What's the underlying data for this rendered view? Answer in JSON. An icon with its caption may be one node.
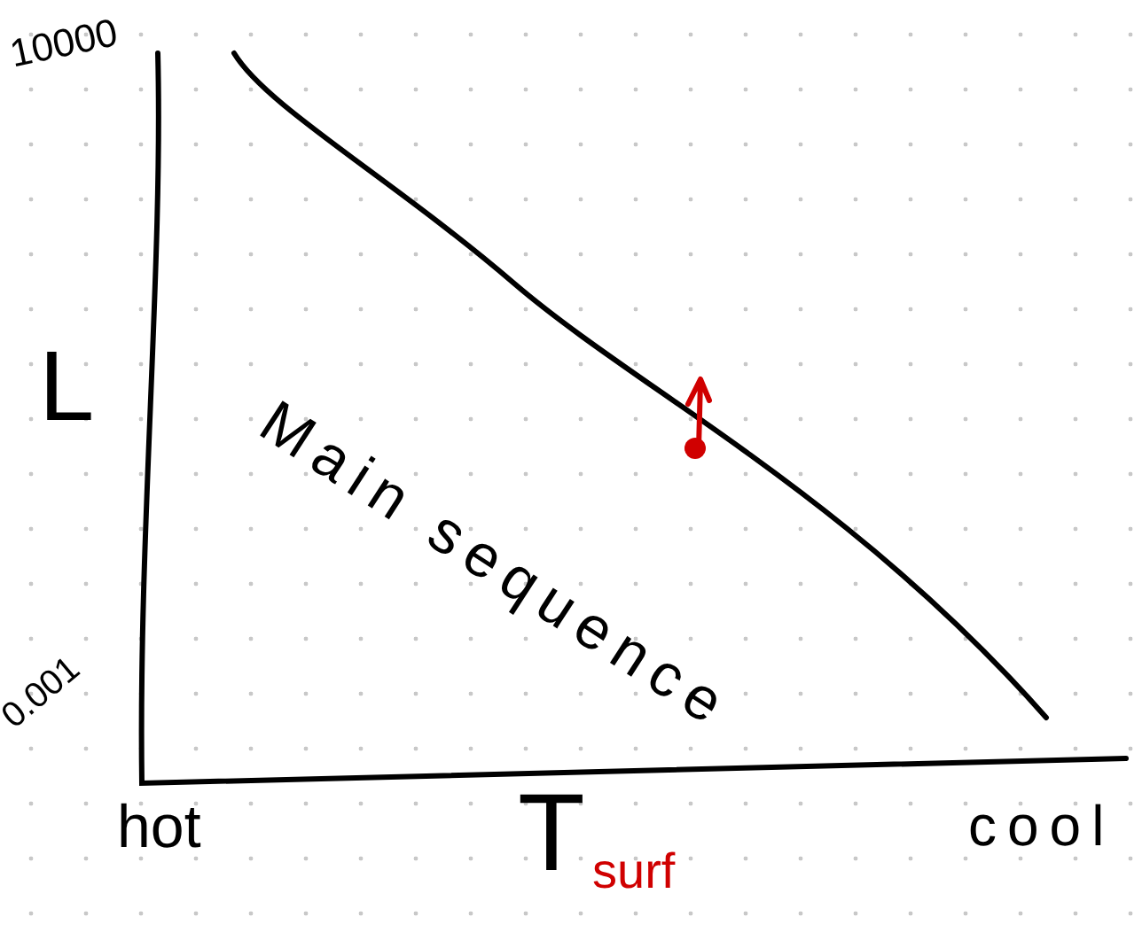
{
  "diagram": {
    "labels": [
      "10000",
      "L",
      "0.001",
      "Main sequence",
      "hot",
      "T",
      "surf",
      "cool"
    ]
  }
}
